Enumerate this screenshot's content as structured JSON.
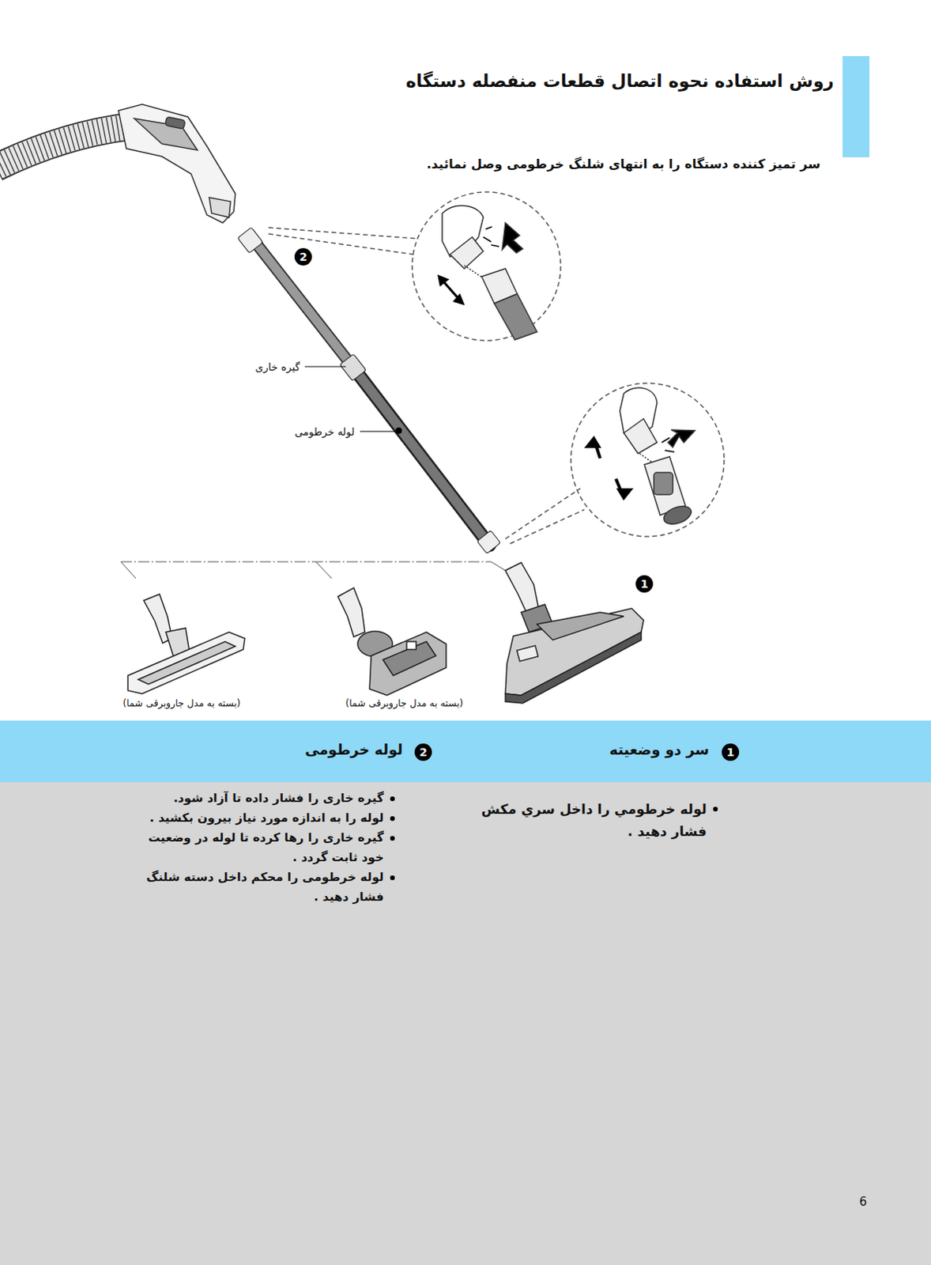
{
  "diagram": {
    "title": "روش استفاده نحوه اتصال قطعات منفصله دستگاه",
    "caption": "سر تمیز کننده دستگاه را به انتهای شلنگ خرطومی وصل نمائید.",
    "nodes": [
      {
        "text": [
          "سر دو وضعیته",
          "لوله خرطومی"
        ]
      },
      {
        "text": [
          "لوله خرطومي را داخل سري مكش فشار دهید .",
          "گیره خاری را فشار داده تا آزاد شود.",
          "لوله را به اندازه مورد نیاز بیرون بکشید .",
          "گیره خاری را رها کرده تا لوله در وضعیت خود ثابت گردد .",
          "لوله خرطومی را محکم داخل دسته شلنگ فشار دهید ."
        ]
      }
    ],
    "labels": [
      "گیره خاری",
      "لوله خرطومی",
      "2",
      "1",
      "(بسته به مدل جاروبرقی شما)",
      "(بسته به مدل جاروبرقی شما)",
      "1",
      "2",
      "6"
    ]
  }
}
